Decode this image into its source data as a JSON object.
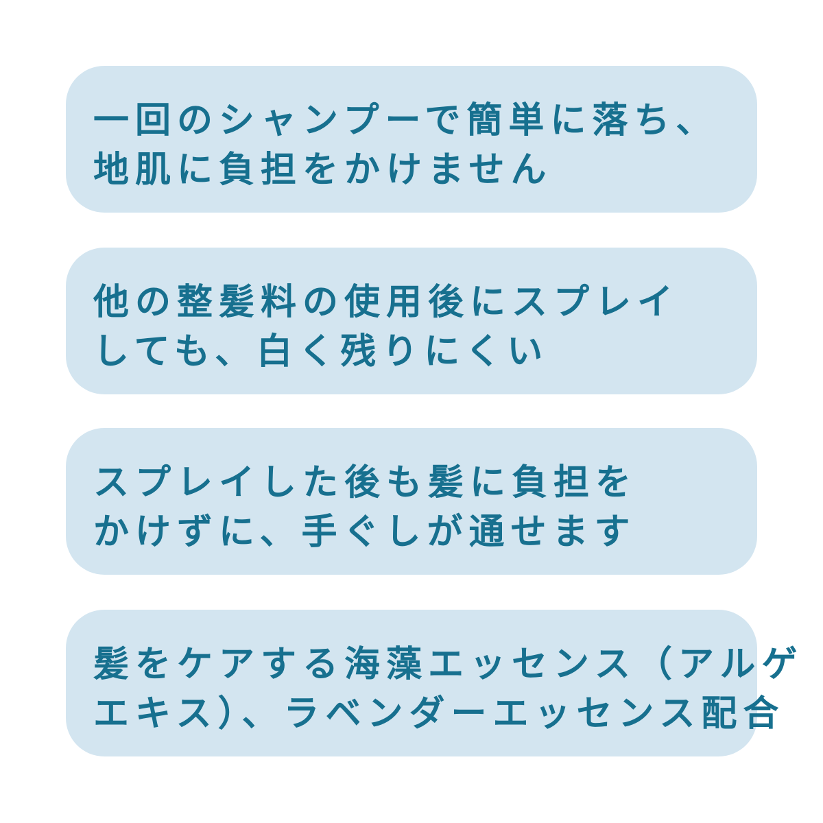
{
  "colors": {
    "background": "#ffffff",
    "card_background": "#d3e5f0",
    "text": "#17708f"
  },
  "features": [
    {
      "lines": [
        "一回のシャンプーで簡単に落ち、",
        "地肌に負担をかけません"
      ]
    },
    {
      "lines": [
        "他の整髪料の使用後にスプレイ",
        "しても、白く残りにくい"
      ]
    },
    {
      "lines": [
        "スプレイした後も髪に負担を",
        "かけずに、手ぐしが通せます"
      ]
    },
    {
      "lines": [
        "髪をケアする海藻エッセンス（アルゲ",
        "エキス）、ラベンダーエッセンス配合"
      ]
    }
  ]
}
